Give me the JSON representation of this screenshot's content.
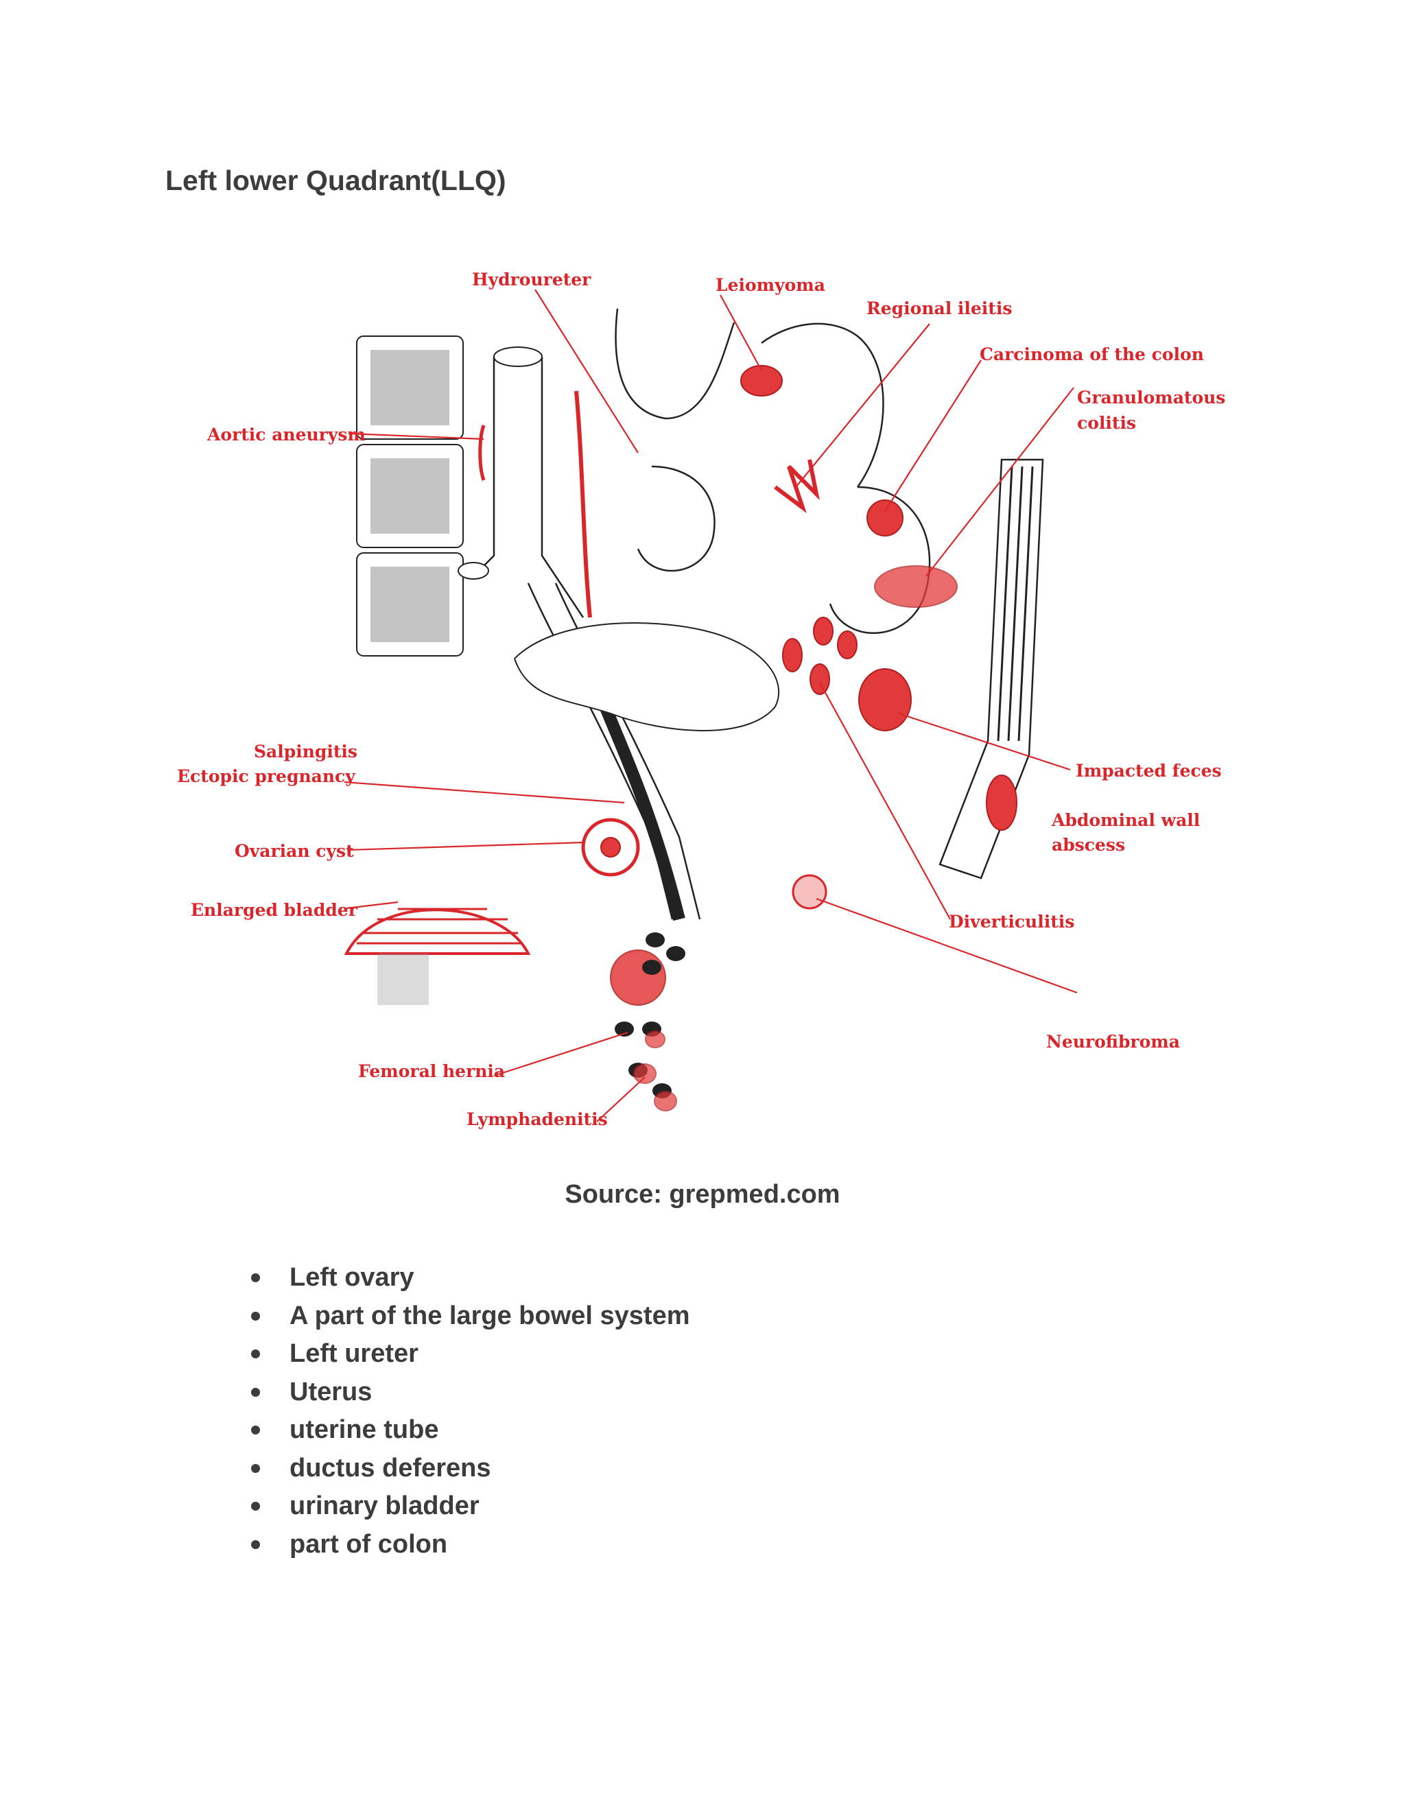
{
  "page": {
    "title": "Left lower Quadrant(LLQ)",
    "source_caption": "Source: grepmed.com"
  },
  "figure": {
    "labels": {
      "hydroureter": "Hydroureter",
      "leiomyoma": "Leiomyoma",
      "regional_ileitis": "Regional ileitis",
      "carcinoma_colon": "Carcinoma of the colon",
      "granulomatous_1": "Granulomatous",
      "granulomatous_2": "colitis",
      "aortic_aneurysm": "Aortic aneurysm",
      "salpingitis": "Salpingitis",
      "ectopic_pregnancy": "Ectopic pregnancy",
      "ovarian_cyst": "Ovarian cyst",
      "enlarged_bladder": "Enlarged bladder",
      "femoral_hernia": "Femoral hernia",
      "lymphadenitis": "Lymphadenitis",
      "impacted_feces": "Impacted feces",
      "abdominal_wall_1": "Abdominal wall",
      "abdominal_wall_2": "abscess",
      "diverticulitis": "Diverticulitis",
      "neurofibroma": "Neurofibroma"
    },
    "colors": {
      "label": "#d9262b",
      "ink": "#222222",
      "lesion": "#e23a3a"
    }
  },
  "bullets": [
    "Left ovary",
    "A part of the large bowel system",
    "Left ureter",
    "Uterus",
    "uterine tube",
    "ductus deferens",
    "urinary bladder",
    "part of colon"
  ]
}
